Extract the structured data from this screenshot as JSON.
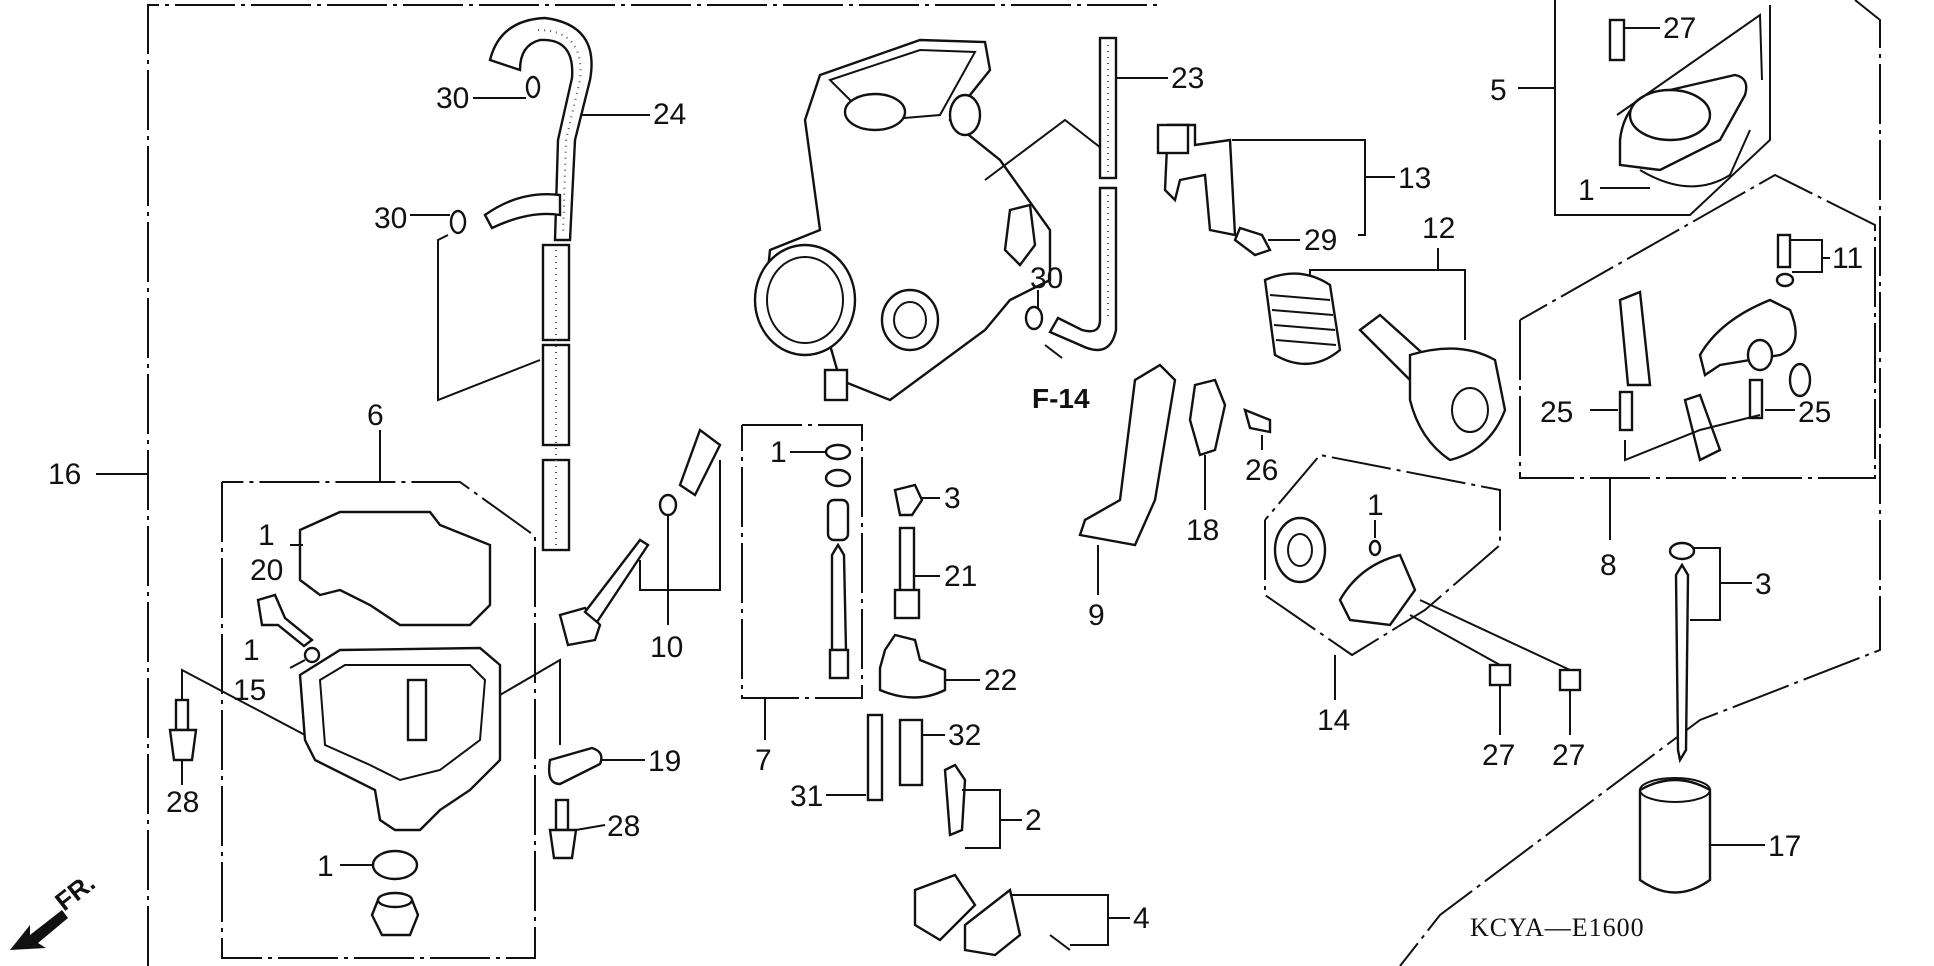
{
  "diagram": {
    "title": "Carburetor exploded parts diagram",
    "diagram_code": "KCYA—E1600",
    "reference_label": "F-14",
    "direction_label": "FR.",
    "callouts": {
      "c16": "16",
      "c6": "6",
      "c30a": "30",
      "c30b": "30",
      "c30c": "30",
      "c24": "24",
      "c23": "23",
      "c13": "13",
      "c29": "29",
      "c12": "12",
      "c5": "5",
      "c27a": "27",
      "c1a": "1",
      "c11": "11",
      "c25a": "25",
      "c25b": "25",
      "c8": "8",
      "c3a": "3",
      "c17": "17",
      "c1b": "1",
      "c20": "20",
      "c1c": "1",
      "c15": "15",
      "c28a": "28",
      "c28b": "28",
      "c19": "19",
      "c1d": "1",
      "c10": "10",
      "c1e": "1",
      "c7": "7",
      "c3b": "3",
      "c21": "21",
      "c22": "22",
      "c32": "32",
      "c31": "31",
      "c2": "2",
      "c4": "4",
      "c9": "9",
      "c18": "18",
      "c26": "26",
      "c14": "14",
      "c1f": "1",
      "c27b": "27",
      "c27c": "27"
    }
  }
}
